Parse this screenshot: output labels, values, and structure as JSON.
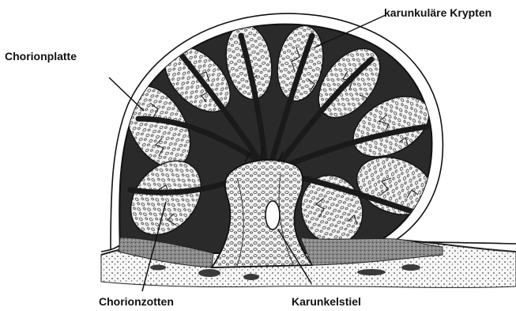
{
  "labels": {
    "crypts": "karunkuläre Krypten",
    "chorionic_plate": "Chorionplatte",
    "chorionic_villi": "Chorionzotten",
    "caruncle_stalk": "Karunkelstiel"
  },
  "colors": {
    "ink": "#111111",
    "dark_tissue": "#2a2a2a",
    "mid_tissue": "#6e6e6e",
    "light_tissue": "#f4f4f4",
    "background": "#ffffff"
  }
}
